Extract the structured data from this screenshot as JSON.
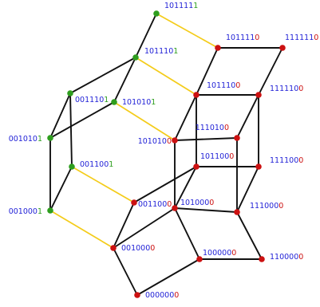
{
  "diagram": {
    "colors": {
      "black_edge": "#111111",
      "yellow_edge": "#f4cc1a",
      "green_node": "#2e9e1e",
      "red_node": "#cc1111",
      "prefix_text": "#1f1fd6",
      "green_text": "#2e9e1e",
      "red_text": "#cc1111"
    },
    "nodes": [
      {
        "id": "n1011111",
        "prefix": "101111",
        "last": "1",
        "color": "green"
      },
      {
        "id": "n1011101",
        "prefix": "101110",
        "last": "1",
        "color": "green"
      },
      {
        "id": "n0011101",
        "prefix": "001110",
        "last": "1",
        "color": "green"
      },
      {
        "id": "n1010101",
        "prefix": "101010",
        "last": "1",
        "color": "green"
      },
      {
        "id": "n0010101",
        "prefix": "001010",
        "last": "1",
        "color": "green"
      },
      {
        "id": "n0011001",
        "prefix": "001100",
        "last": "1",
        "color": "green"
      },
      {
        "id": "n0010001",
        "prefix": "001000",
        "last": "1",
        "color": "green"
      },
      {
        "id": "n1011110",
        "prefix": "101111",
        "last": "0",
        "color": "red"
      },
      {
        "id": "n1111110",
        "prefix": "111111",
        "last": "0",
        "color": "red"
      },
      {
        "id": "n1011100",
        "prefix": "101110",
        "last": "0",
        "color": "red"
      },
      {
        "id": "n1111100",
        "prefix": "111110",
        "last": "0",
        "color": "red"
      },
      {
        "id": "n1110100",
        "prefix": "111010",
        "last": "0",
        "color": "red"
      },
      {
        "id": "n1010100",
        "prefix": "101010",
        "last": "0",
        "color": "red"
      },
      {
        "id": "n1011000",
        "prefix": "101100",
        "last": "0",
        "color": "red"
      },
      {
        "id": "n1111000",
        "prefix": "111100",
        "last": "0",
        "color": "red"
      },
      {
        "id": "n0011000",
        "prefix": "001100",
        "last": "0",
        "color": "red"
      },
      {
        "id": "n1010000",
        "prefix": "101000",
        "last": "0",
        "color": "red"
      },
      {
        "id": "n1110000",
        "prefix": "111000",
        "last": "0",
        "color": "red"
      },
      {
        "id": "n0010000",
        "prefix": "001000",
        "last": "0",
        "color": "red"
      },
      {
        "id": "n1000000",
        "prefix": "100000",
        "last": "0",
        "color": "red"
      },
      {
        "id": "n1100000",
        "prefix": "110000",
        "last": "0",
        "color": "red"
      },
      {
        "id": "n0000000",
        "prefix": "000000",
        "last": "0",
        "color": "red"
      }
    ],
    "edges": [
      {
        "a": "n1011111",
        "b": "n1011101",
        "type": "black"
      },
      {
        "a": "n1011101",
        "b": "n0011101",
        "type": "black"
      },
      {
        "a": "n1011101",
        "b": "n1010101",
        "type": "black"
      },
      {
        "a": "n0011101",
        "b": "n0010101",
        "type": "black"
      },
      {
        "a": "n0011101",
        "b": "n0011001",
        "type": "black"
      },
      {
        "a": "n1010101",
        "b": "n0010101",
        "type": "black"
      },
      {
        "a": "n0010101",
        "b": "n0010001",
        "type": "black"
      },
      {
        "a": "n0011001",
        "b": "n0010001",
        "type": "black"
      },
      {
        "a": "n1011110",
        "b": "n1111110",
        "type": "black"
      },
      {
        "a": "n1011110",
        "b": "n1011100",
        "type": "black"
      },
      {
        "a": "n1111110",
        "b": "n1111100",
        "type": "black"
      },
      {
        "a": "n1011100",
        "b": "n1111100",
        "type": "black"
      },
      {
        "a": "n1011100",
        "b": "n1010100",
        "type": "black"
      },
      {
        "a": "n1011100",
        "b": "n1011000",
        "type": "black"
      },
      {
        "a": "n1111100",
        "b": "n1110100",
        "type": "black"
      },
      {
        "a": "n1111100",
        "b": "n1111000",
        "type": "black"
      },
      {
        "a": "n1110100",
        "b": "n1010100",
        "type": "black"
      },
      {
        "a": "n1110100",
        "b": "n1110000",
        "type": "black"
      },
      {
        "a": "n1010100",
        "b": "n1010000",
        "type": "black"
      },
      {
        "a": "n1011000",
        "b": "n1111000",
        "type": "black"
      },
      {
        "a": "n1011000",
        "b": "n0011000",
        "type": "black"
      },
      {
        "a": "n1011000",
        "b": "n1010000",
        "type": "black"
      },
      {
        "a": "n1111000",
        "b": "n1110000",
        "type": "black"
      },
      {
        "a": "n0011000",
        "b": "n0010000",
        "type": "black"
      },
      {
        "a": "n1010000",
        "b": "n1110000",
        "type": "black"
      },
      {
        "a": "n1010000",
        "b": "n0010000",
        "type": "black"
      },
      {
        "a": "n1010000",
        "b": "n1000000",
        "type": "black"
      },
      {
        "a": "n1110000",
        "b": "n1100000",
        "type": "black"
      },
      {
        "a": "n0010000",
        "b": "n0000000",
        "type": "black"
      },
      {
        "a": "n1000000",
        "b": "n1100000",
        "type": "black"
      },
      {
        "a": "n1000000",
        "b": "n0000000",
        "type": "black"
      },
      {
        "a": "n1011111",
        "b": "n1011110",
        "type": "yellow"
      },
      {
        "a": "n1011101",
        "b": "n1011100",
        "type": "yellow"
      },
      {
        "a": "n1010101",
        "b": "n1010100",
        "type": "yellow"
      },
      {
        "a": "n0011001",
        "b": "n0011000",
        "type": "yellow"
      },
      {
        "a": "n0010001",
        "b": "n0010000",
        "type": "yellow"
      }
    ]
  }
}
